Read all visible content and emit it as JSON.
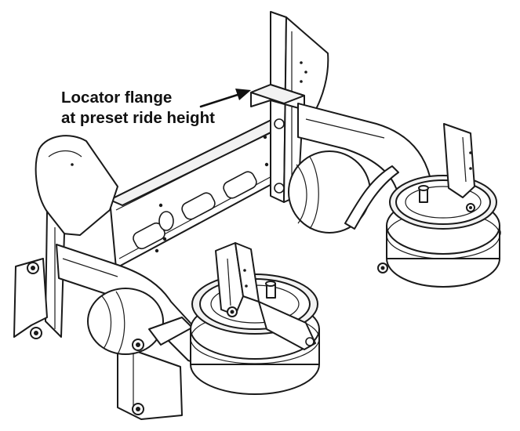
{
  "callout": {
    "line1": "Locator flange",
    "line2": "at preset ride height"
  },
  "colors": {
    "line": "#1a1a1a",
    "fill": "#ffffff",
    "shade": "#f2f2f2",
    "text": "#111111"
  },
  "icons": {
    "arrow": "callout-arrow"
  }
}
